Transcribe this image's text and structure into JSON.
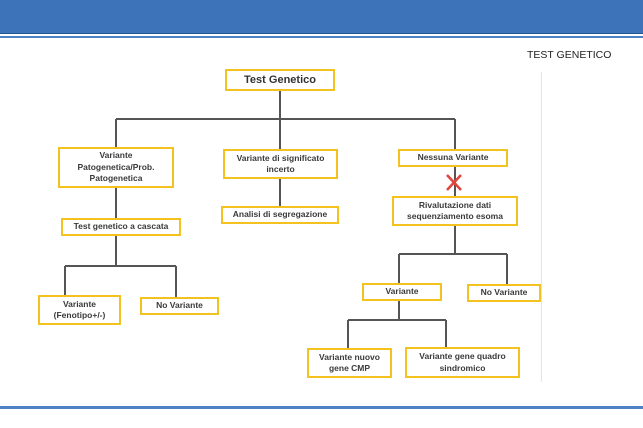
{
  "header": {
    "slide_label": "TEST GENETICO"
  },
  "nodes": {
    "root": "Test Genetico",
    "patogenetica": "Variante\nPatogenetica/Prob.\nPatogenetica",
    "vus": "Variante di significato\nincerto",
    "nessuna": "Nessuna Variante",
    "cascata": "Test  genetico  a cascata",
    "segregazione": "Analisi di segregazione",
    "rivalutazione": "Rivalutazione dati\nsequenziamento esoma",
    "variante_fenotipo": "Variante\n(Fenotipo+/-)",
    "no_variante_left": "No Variante",
    "variante_right": "Variante",
    "no_variante_right": "No Variante",
    "cmp": "Variante nuovo\ngene CMP",
    "sindromico": "Variante gene quadro\nsindromico"
  },
  "colors": {
    "header": "#3c73b9",
    "box_border": "#f3c21f",
    "connector": "#555555",
    "cross": "#e0443a"
  }
}
